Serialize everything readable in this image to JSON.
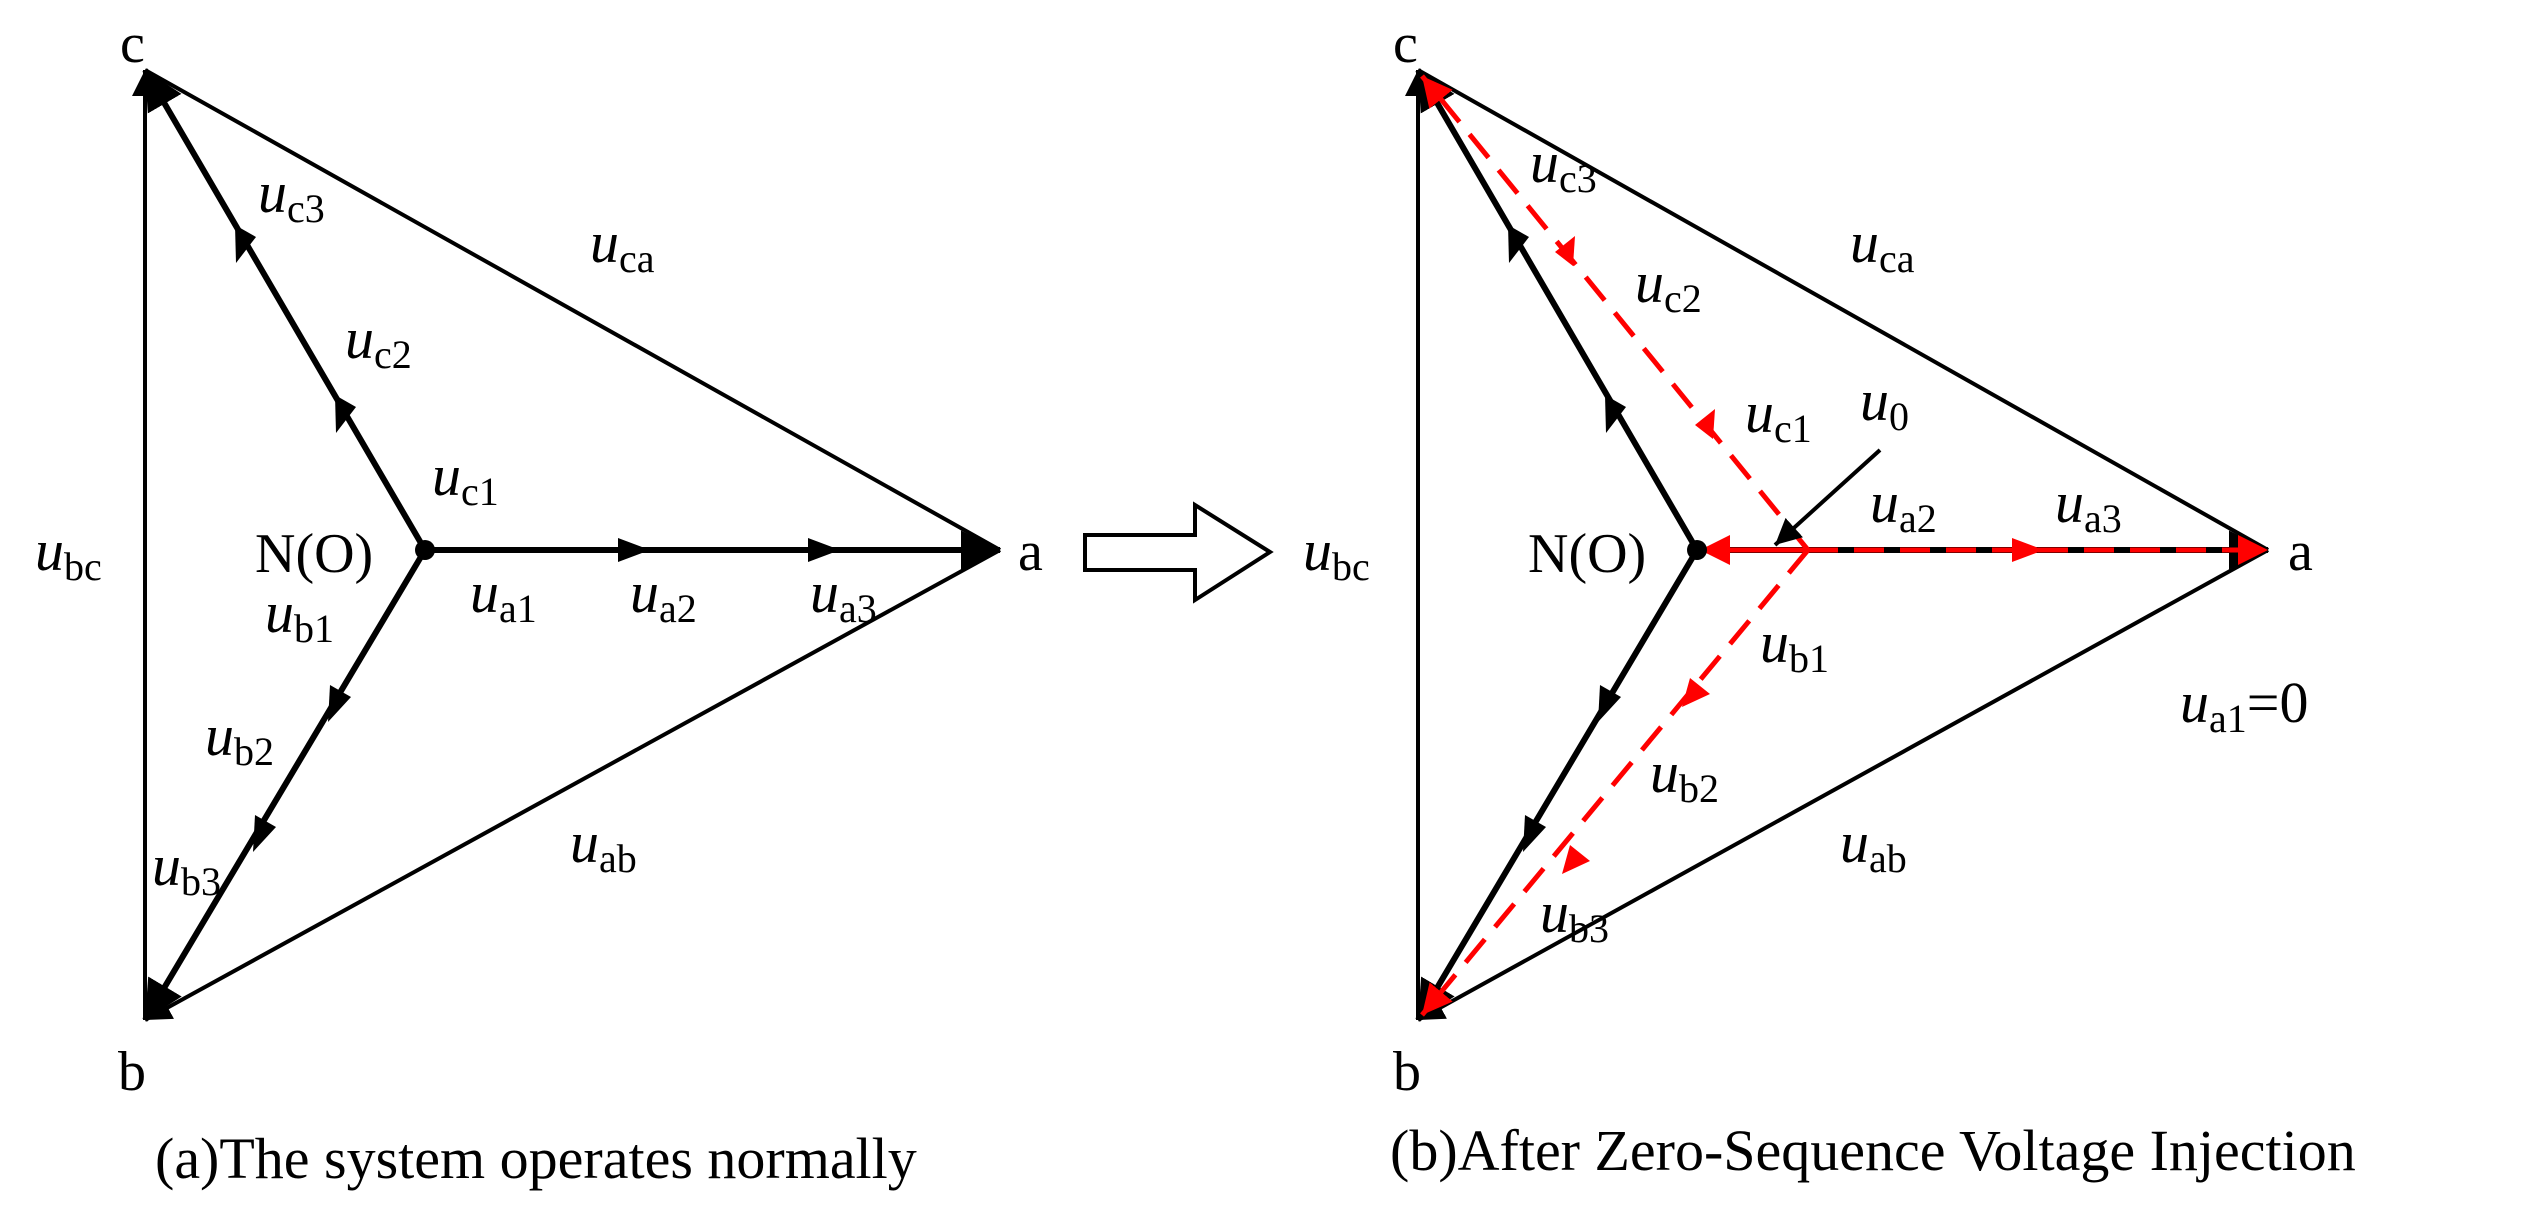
{
  "panel_a": {
    "vertices": {
      "c": "c",
      "b": "b",
      "a": "a",
      "n": "N(O)"
    },
    "labels": {
      "ubc": [
        "u",
        "bc"
      ],
      "uca": [
        "u",
        "ca"
      ],
      "uab": [
        "u",
        "ab"
      ],
      "uc1": [
        "u",
        "c1"
      ],
      "uc2": [
        "u",
        "c2"
      ],
      "uc3": [
        "u",
        "c3"
      ],
      "ua1": [
        "u",
        "a1"
      ],
      "ua2": [
        "u",
        "a2"
      ],
      "ua3": [
        "u",
        "a3"
      ],
      "ub1": [
        "u",
        "b1"
      ],
      "ub2": [
        "u",
        "b2"
      ],
      "ub3": [
        "u",
        "b3"
      ]
    },
    "caption": "(a)The system operates normally"
  },
  "panel_b": {
    "vertices": {
      "c": "c",
      "b": "b",
      "a": "a",
      "n": "N(O)"
    },
    "labels": {
      "ubc": [
        "u",
        "bc"
      ],
      "uca": [
        "u",
        "ca"
      ],
      "uab": [
        "u",
        "ab"
      ],
      "uc1": [
        "u",
        "c1"
      ],
      "uc2": [
        "u",
        "c2"
      ],
      "uc3": [
        "u",
        "c3"
      ],
      "ua2": [
        "u",
        "a2"
      ],
      "ua3": [
        "u",
        "a3"
      ],
      "ub1": [
        "u",
        "b1"
      ],
      "ub2": [
        "u",
        "b2"
      ],
      "ub3": [
        "u",
        "b3"
      ],
      "u0": [
        "u",
        "0"
      ]
    },
    "note": {
      "var": "u",
      "sub": "a1",
      "rest": "=0"
    },
    "caption": "(b)After Zero-Sequence Voltage Injection"
  },
  "colors": {
    "lines": "#000000",
    "injected": "#ff0000"
  },
  "transition_arrow": "hollow-right-arrow"
}
